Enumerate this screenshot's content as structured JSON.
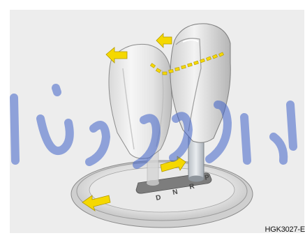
{
  "figure": {
    "code": "HGK3027-E",
    "gate_positions": [
      "P",
      "R",
      "N",
      "D"
    ]
  },
  "colors": {
    "panel": "#ededed",
    "arrow": "#f5d800",
    "watermark": "#3f63c8"
  },
  "watermark": {
    "description_icon": "persian-calligraphy-watermark"
  }
}
